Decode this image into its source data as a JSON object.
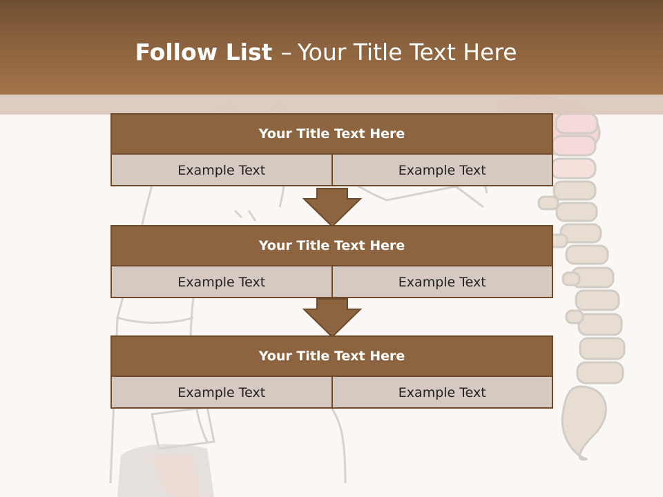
{
  "slide": {
    "title_bold": "Follow List",
    "title_dash": "–",
    "title_rest": "Your Title Text Here"
  },
  "steps": [
    {
      "title": "Your Title Text Here",
      "left": "Example Text",
      "right": "Example Text"
    },
    {
      "title": "Your Title Text Here",
      "left": "Example Text",
      "right": "Example Text"
    },
    {
      "title": "Your Title Text Here",
      "left": "Example Text",
      "right": "Example Text"
    }
  ],
  "colors": {
    "header_top": "#6f4e31",
    "header_bottom": "#a37548",
    "block_head": "#8d6440",
    "block_body": "#d6c9c1",
    "border": "#6d4a2c",
    "arrow": "#8d6440"
  }
}
